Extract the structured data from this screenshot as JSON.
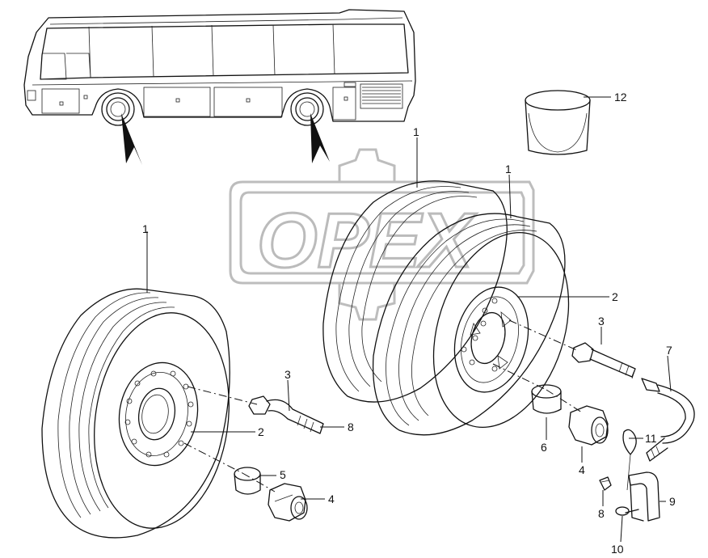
{
  "watermark": {
    "text": "OPEX"
  },
  "callouts": [
    {
      "id": "c1a",
      "label": "1"
    },
    {
      "id": "c1b",
      "label": "1"
    },
    {
      "id": "c1c",
      "label": "1"
    },
    {
      "id": "c2a",
      "label": "2"
    },
    {
      "id": "c2b",
      "label": "2"
    },
    {
      "id": "c3a",
      "label": "3"
    },
    {
      "id": "c3b",
      "label": "3"
    },
    {
      "id": "c4a",
      "label": "4"
    },
    {
      "id": "c4b",
      "label": "4"
    },
    {
      "id": "c5",
      "label": "5"
    },
    {
      "id": "c6",
      "label": "6"
    },
    {
      "id": "c7",
      "label": "7"
    },
    {
      "id": "c8a",
      "label": "8"
    },
    {
      "id": "c8b",
      "label": "8"
    },
    {
      "id": "c9",
      "label": "9"
    },
    {
      "id": "c10",
      "label": "10"
    },
    {
      "id": "c11",
      "label": "11"
    },
    {
      "id": "c12",
      "label": "12"
    }
  ],
  "icons": [
    "bus-outline-icon",
    "arrow-pointer-icon",
    "tire-icon",
    "wheel-rim-icon",
    "valve-icon",
    "hose-icon",
    "bucket-icon",
    "wheel-nut-icon",
    "spacer-sleeve-icon",
    "clamp-icon"
  ]
}
